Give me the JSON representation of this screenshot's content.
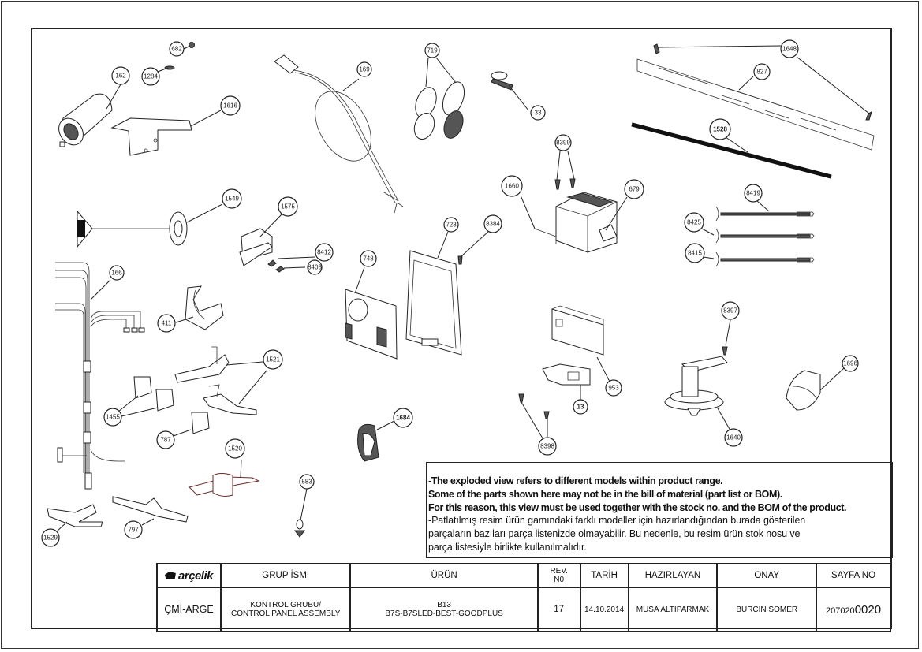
{
  "drawing": {
    "callouts": [
      {
        "id": "162"
      },
      {
        "id": "682"
      },
      {
        "id": "1284"
      },
      {
        "id": "1616"
      },
      {
        "id": "169"
      },
      {
        "id": "719"
      },
      {
        "id": "33"
      },
      {
        "id": "1648"
      },
      {
        "id": "827"
      },
      {
        "id": "1528"
      },
      {
        "id": "8399"
      },
      {
        "id": "1660"
      },
      {
        "id": "679"
      },
      {
        "id": "1549"
      },
      {
        "id": "1575"
      },
      {
        "id": "8412"
      },
      {
        "id": "8403"
      },
      {
        "id": "166"
      },
      {
        "id": "411"
      },
      {
        "id": "723"
      },
      {
        "id": "8384"
      },
      {
        "id": "748"
      },
      {
        "id": "8419"
      },
      {
        "id": "8425"
      },
      {
        "id": "8415"
      },
      {
        "id": "8397"
      },
      {
        "id": "1696"
      },
      {
        "id": "1640"
      },
      {
        "id": "953"
      },
      {
        "id": "13"
      },
      {
        "id": "8398"
      },
      {
        "id": "1684"
      },
      {
        "id": "1521"
      },
      {
        "id": "1455"
      },
      {
        "id": "787"
      },
      {
        "id": "1520"
      },
      {
        "id": "583"
      },
      {
        "id": "1529"
      },
      {
        "id": "797"
      }
    ]
  },
  "note": {
    "en_lines": [
      "-The exploded view refers to different models within product range.",
      "Some of the parts shown here may not be in the bill of material (part list or BOM).",
      "For this reason, this view must be used together with the stock no. and the BOM of the product."
    ],
    "tr_lines": [
      "-Patlatılmış resim ürün gamındaki farklı modeller için hazırlandığından burada gösterilen",
      "parçaların bazıları parça listenizde olmayabilir. Bu nedenle, bu resim ürün stok nosu ve",
      "parça listesiyle birlikte kullanılmalıdır."
    ]
  },
  "title_block": {
    "logo_text": "arçelik",
    "headers": {
      "group_name": "GRUP İSMİ",
      "product": "ÜRÜN",
      "rev_no_line1": "REV.",
      "rev_no_line2": "N0",
      "date": "TARİH",
      "prepared_by": "HAZIRLAYAN",
      "approval": "ONAY",
      "page_no": "SAYFA NO"
    },
    "values": {
      "department": "ÇMİ-ARGE",
      "group_name_line1": "KONTROL GRUBU/",
      "group_name_line2": "CONTROL PANEL ASSEMBLY",
      "product_line1": "B13",
      "product_line2": "B7S-B7SLED-BEST-GOODPLUS",
      "rev_no": "17",
      "date": "14.10.2014",
      "prepared_by": "MUSA ALTIPARMAK",
      "approval": "BURCIN SOMER",
      "page_no_prefix": "207020",
      "page_no_suffix": "0020"
    }
  }
}
